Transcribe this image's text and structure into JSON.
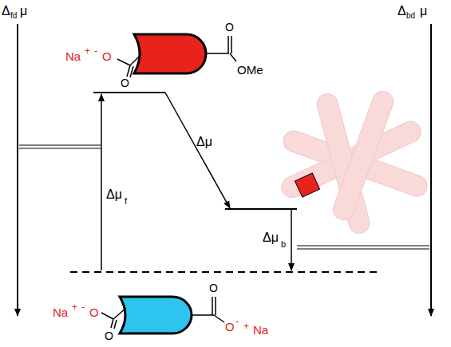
{
  "diagram": {
    "labels": [
      "Δ",
      "fd",
      "μ",
      "Δ",
      "bd",
      "μ",
      "Na",
      "+",
      "-",
      "O",
      "O",
      "O",
      "OMe",
      "Δμ",
      "Δμ",
      "f",
      "Δμ",
      "b",
      "Na",
      "+",
      "-",
      "O",
      "O",
      "O",
      "O",
      "-",
      "+",
      "Na"
    ]
  }
}
